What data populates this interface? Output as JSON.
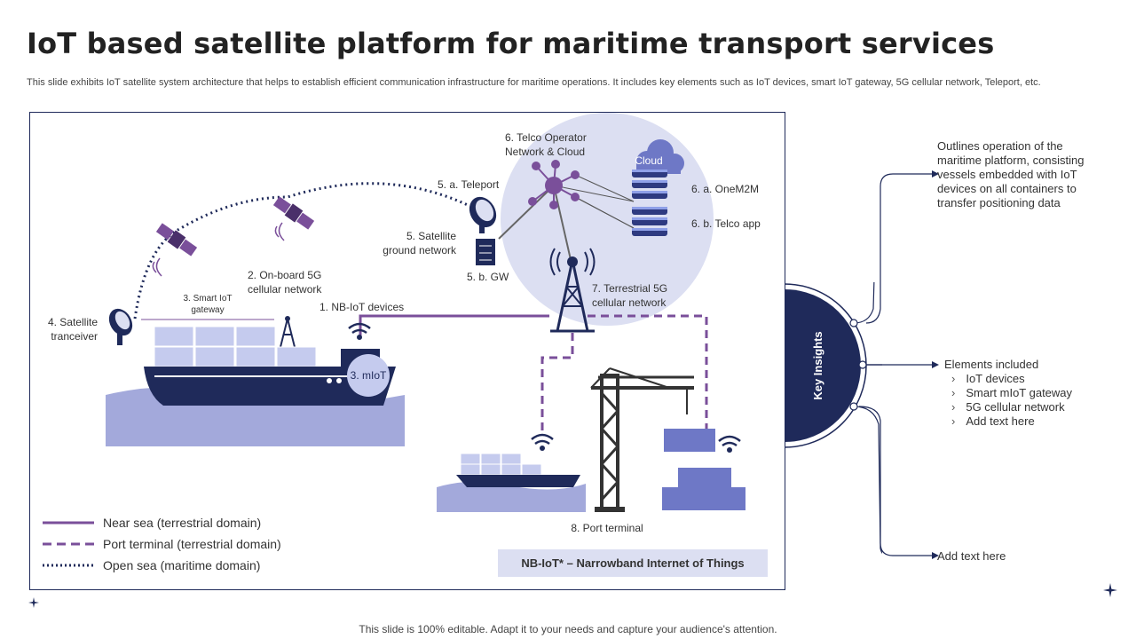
{
  "title": "IoT based satellite platform for maritime transport services",
  "subtitle": "This slide exhibits IoT satellite system architecture that helps to establish efficient communication infrastructure for maritime operations. It includes key elements such as IoT devices, smart IoT gateway, 5G cellular network, Teleport, etc.",
  "diagram": {
    "labels": {
      "telco_line1": "6. Telco Operator",
      "telco_line2": "Network & Cloud",
      "cloud": "Cloud",
      "onem2m": "6. a. OneM2M",
      "telco_app": "6. b. Telco app",
      "teleport": "5. a. Teleport",
      "sat_ground_line1": "5. Satellite",
      "sat_ground_line2": "ground network",
      "gw": "5. b. GW",
      "terrestrial_line1": "7. Terrestrial 5G",
      "terrestrial_line2": "cellular network",
      "onboard_line1": "2. On-board 5G",
      "onboard_line2": "cellular network",
      "smart_gw_line1": "3. Smart IoT",
      "smart_gw_line2": "gateway",
      "nbiot_devices": "1. NB-IoT  devices",
      "sat_tranceiver_line1": "4. Satellite",
      "sat_tranceiver_line2": "tranceiver",
      "miot": "3. mIoT",
      "port_terminal": "8. Port terminal"
    },
    "legend": [
      {
        "label": "Near sea (terrestrial domain)",
        "style": "solid",
        "color": "#7a4f9a"
      },
      {
        "label": "Port terminal (terrestrial domain)",
        "style": "dashed",
        "color": "#7a4f9a"
      },
      {
        "label": "Open sea (maritime domain)",
        "style": "dotted",
        "color": "#1f2a5a"
      }
    ],
    "note": "NB-IoT* – Narrowband Internet of Things"
  },
  "insights": {
    "center_label": "Key Insights",
    "item1": "Outlines operation of the maritime platform, consisting vessels embedded with IoT devices on all containers to transfer positioning data",
    "item2_title": "Elements included",
    "item2_bullets": [
      "IoT devices",
      "Smart mIoT gateway",
      "5G cellular network",
      "Add text here"
    ],
    "item3": "Add text here"
  },
  "footer": "This slide is 100% editable. Adapt it to your needs and capture your audience's attention.",
  "colors": {
    "navy": "#1f2a5a",
    "purple": "#7a4f9a",
    "lavender": "#dcdff2",
    "sea": "#a3a9db",
    "note_bg": "#dcdff2"
  }
}
